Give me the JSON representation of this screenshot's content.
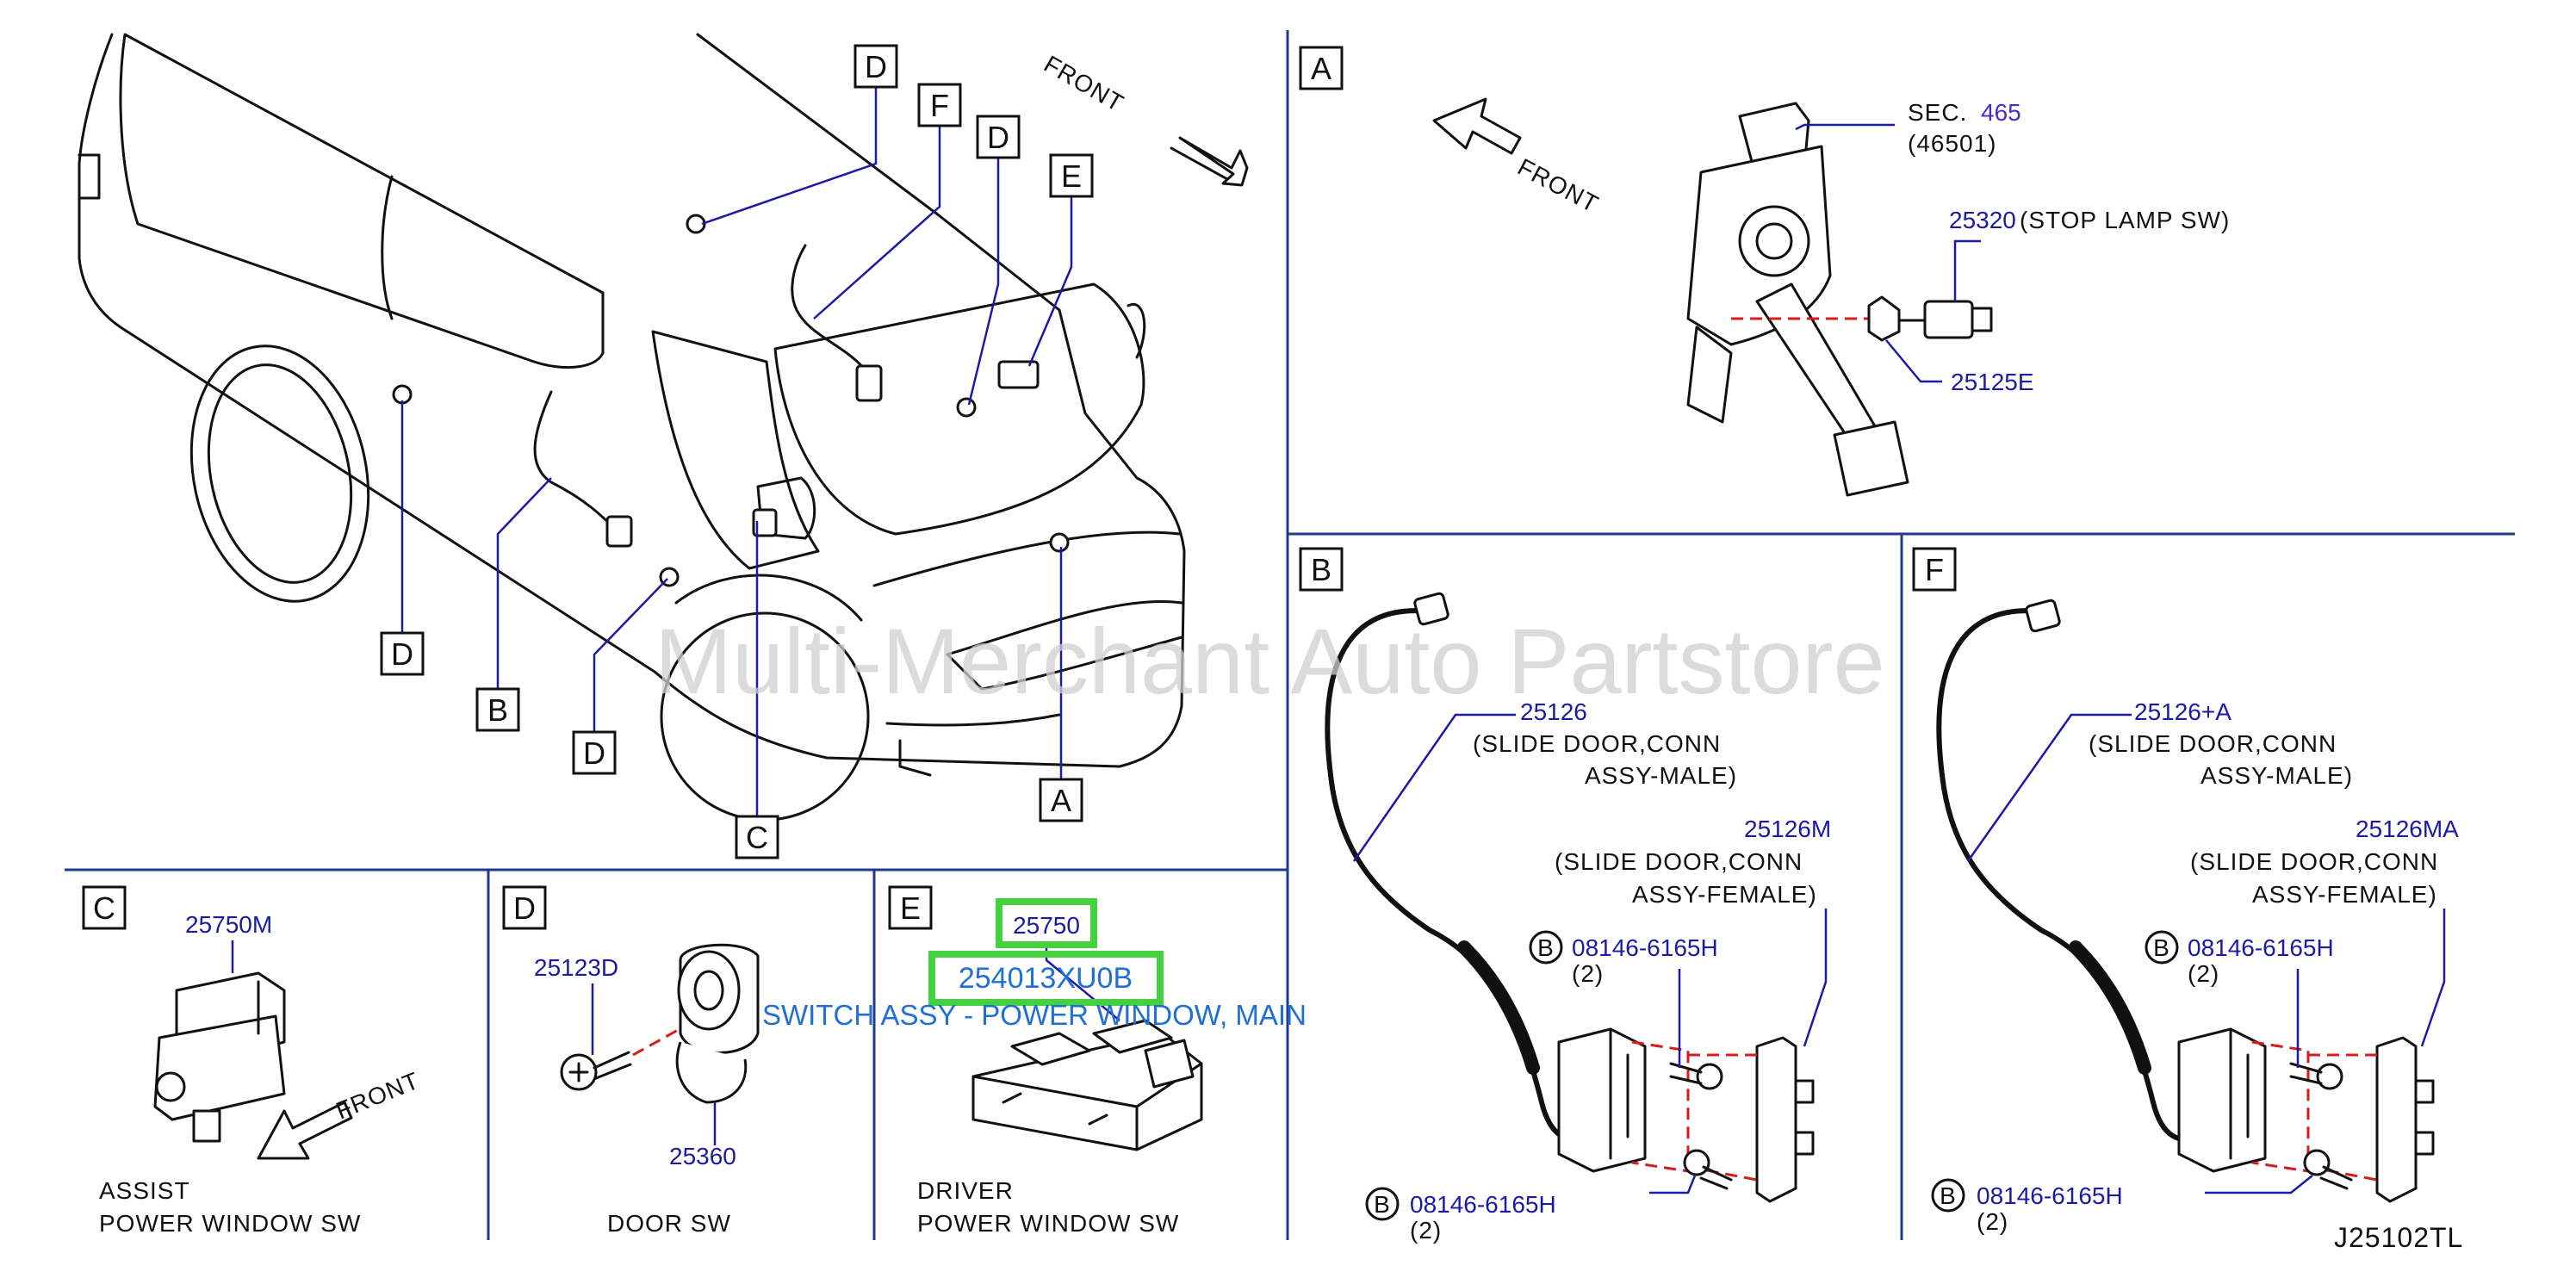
{
  "diagram": {
    "code": "J25102TL",
    "watermark": "Multi-Merchant Auto Partstore",
    "overview": {
      "front_label": "FRONT",
      "callouts": [
        "D",
        "F",
        "D",
        "E",
        "D",
        "B",
        "D",
        "C",
        "A"
      ]
    },
    "panel_a": {
      "letter": "A",
      "front_label": "FRONT",
      "sec_label": "SEC.",
      "sec_number": "465",
      "sec_sub": "(46501)",
      "stop_lamp_part": "25320",
      "stop_lamp_desc": "(STOP   LAMP   SW)",
      "nut_part": "25125E"
    },
    "panel_b": {
      "letter": "B",
      "male_part": "25126",
      "male_desc_1": "(SLIDE    DOOR,CONN",
      "male_desc_2": "ASSY-MALE)",
      "female_part": "25126M",
      "female_desc_1": "(SLIDE    DOOR,CONN",
      "female_desc_2": "ASSY-FEMALE)",
      "bolt_marker": "B",
      "bolt_part": "08146-6165H",
      "bolt_qty": "(2)",
      "bolt2_marker": "B",
      "bolt2_part": "08146-6165H",
      "bolt2_qty": "(2)"
    },
    "panel_f": {
      "letter": "F",
      "male_part": "25126+A",
      "male_desc_1": "(SLIDE    DOOR,CONN",
      "male_desc_2": "ASSY-MALE)",
      "female_part": "25126MA",
      "female_desc_1": "(SLIDE    DOOR,CONN",
      "female_desc_2": "ASSY-FEMALE)",
      "bolt_marker": "B",
      "bolt_part": "08146-6165H",
      "bolt_qty": "(2)",
      "bolt2_marker": "B",
      "bolt2_part": "08146-6165H",
      "bolt2_qty": "(2)"
    },
    "panel_c": {
      "letter": "C",
      "part": "25750M",
      "front_label": "FRONT",
      "caption_1": "ASSIST",
      "caption_2": "POWER    WINDOW    SW"
    },
    "panel_d": {
      "letter": "D",
      "screw_part": "25123D",
      "switch_part": "25360",
      "caption": "DOOR    SW"
    },
    "panel_e": {
      "letter": "E",
      "part": "25750",
      "selected_part": "254013XU0B",
      "link_text": "SWITCH ASSY - POWER WINDOW, MAIN",
      "caption_1": "DRIVER",
      "caption_2": "POWER    WINDOW    SW"
    },
    "colors": {
      "ink": "#111111",
      "part_blue": "#1a1aa6",
      "divider": "#1f3b8f",
      "link_blue": "#1f6fd6",
      "highlight_green": "#43d13f",
      "dash_red": "#d81b1b"
    }
  }
}
